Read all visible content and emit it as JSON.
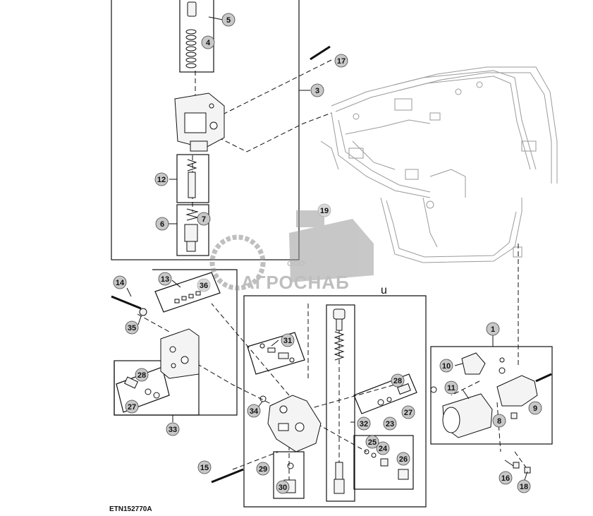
{
  "figure_code": "ETN152770A",
  "watermark": {
    "company_prefix": "ООО",
    "company_name": "АГРОСНАБ",
    "suffix": "u"
  },
  "callouts": [
    "1",
    "3",
    "4",
    "5",
    "6",
    "7",
    "8",
    "9",
    "10",
    "11",
    "12",
    "13",
    "14",
    "15",
    "16",
    "17",
    "18",
    "23",
    "24",
    "25",
    "26",
    "27",
    "27",
    "28",
    "28",
    "29",
    "30",
    "31",
    "32",
    "33",
    "34",
    "35",
    "36",
    "19"
  ]
}
